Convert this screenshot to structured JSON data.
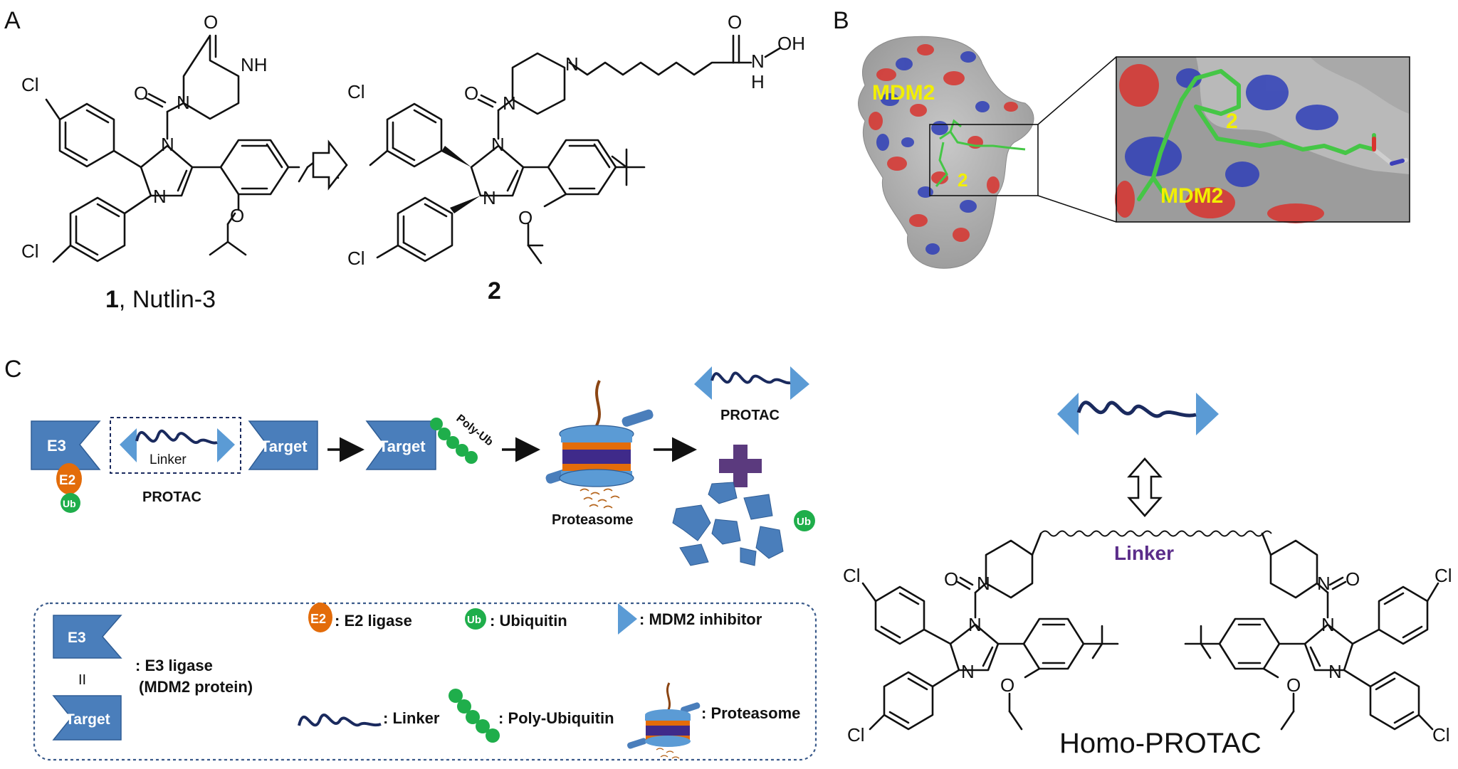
{
  "panels": {
    "a": {
      "letter": "A"
    },
    "b": {
      "letter": "B"
    },
    "c": {
      "letter": "C"
    }
  },
  "compound1": {
    "number": "1",
    "name": ", Nutlin-3"
  },
  "compound2": {
    "number": "2"
  },
  "atoms": {
    "cl": "Cl",
    "o": "O",
    "n": "N",
    "nh": "NH",
    "h": "H",
    "oh": "OH"
  },
  "panel_b": {
    "protein_label": "MDM2",
    "ligand_label": "2"
  },
  "protac_scheme": {
    "e3": "E3",
    "e2": "E2",
    "ub": "Ub",
    "linker": "Linker",
    "protac": "PROTAC",
    "target": "Target",
    "poly_ub": "Poly-Ub",
    "proteasome": "Proteasome"
  },
  "legend": {
    "e2_text": ": E2 ligase",
    "ub_text": ": Ubiquitin",
    "inhibitor_text": ": MDM2 inhibitor",
    "equals": "II",
    "e3_text_1": ": E3 ligase",
    "e3_text_2": "(MDM2 protein)",
    "linker_text": ": Linker",
    "polyub_text": ": Poly-Ubiquitin",
    "proteasome_text": ": Proteasome"
  },
  "homo_protac": {
    "linker_label": "Linker",
    "title": "Homo-PROTAC"
  },
  "colors": {
    "box_blue": "#4a7ebb",
    "triangle_blue": "#5b9bd5",
    "e2_orange": "#e36c0a",
    "ub_green": "#1fae4b",
    "linker_navy": "#1a2a5e",
    "linker_purple": "#5b2d8a",
    "mdm2_yellow": "#f2ef00",
    "ligand_green": "#45c646"
  }
}
